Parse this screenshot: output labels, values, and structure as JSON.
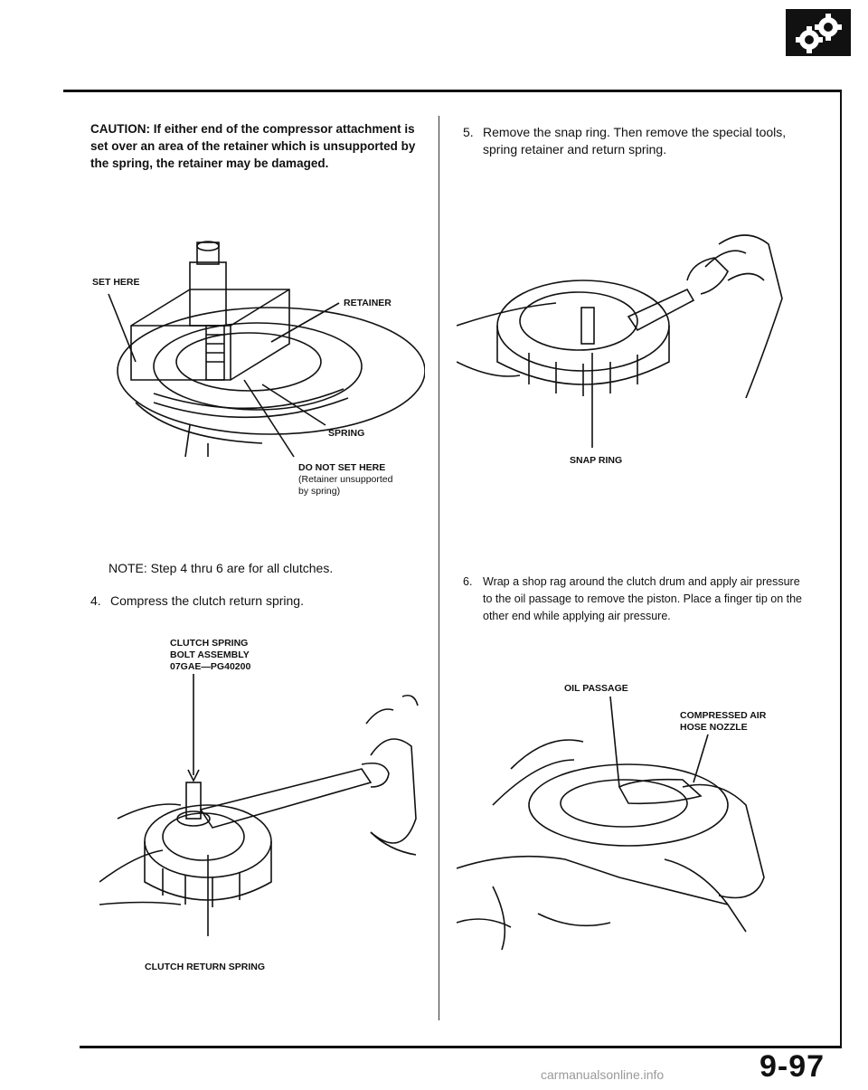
{
  "caution": {
    "label": "CAUTION:",
    "text": "If either end of the compressor attachment is set over an area of the retainer which is unsupported by the spring, the retainer may be damaged."
  },
  "figure1": {
    "set_here": "SET HERE",
    "retainer": "RETAINER",
    "spring": "SPRING",
    "do_not_set_here": "DO NOT SET HERE",
    "retainer_note_line1": "(Retainer unsupported",
    "retainer_note_line2": "by spring)"
  },
  "note": "NOTE:  Step 4 thru 6 are for all clutches.",
  "step4": {
    "number": "4.",
    "text": "Compress the clutch return spring."
  },
  "figure2": {
    "tool_line1": "CLUTCH SPRING",
    "tool_line2": "BOLT ASSEMBLY",
    "tool_line3": "07GAE—PG40200",
    "return_spring": "CLUTCH RETURN SPRING"
  },
  "step5": {
    "number": "5.",
    "text": "Remove the snap ring. Then remove the special tools, spring retainer and return spring."
  },
  "figure3": {
    "snap_ring": "SNAP RING"
  },
  "step6": {
    "number": "6.",
    "text": "Wrap a shop rag around the clutch drum and apply air pressure to the oil passage to remove the piston. Place a finger tip on the other end while applying air pressure."
  },
  "figure4": {
    "oil_passage": "OIL PASSAGE",
    "nozzle_line1": "COMPRESSED AIR",
    "nozzle_line2": "HOSE NOZZLE"
  },
  "page_number": "9-97",
  "footer": "carmanualsonline.info",
  "logo_icon": "gears-icon"
}
